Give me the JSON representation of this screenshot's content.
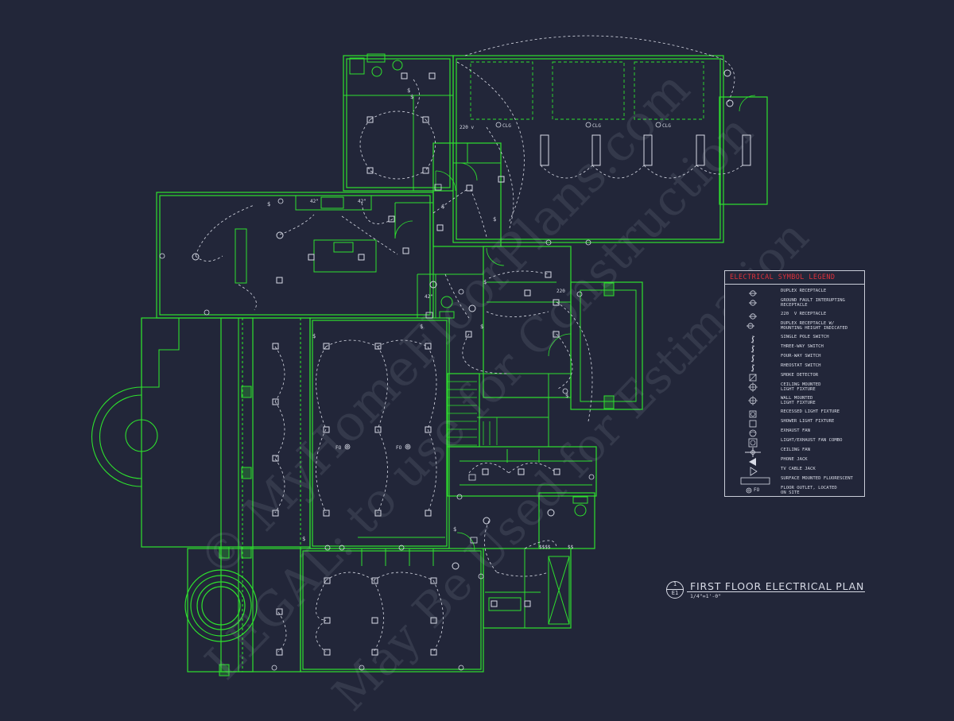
{
  "colors": {
    "background": "#222639",
    "walls": "#2ee02e",
    "circuits": "#d8dbe6",
    "legend_title": "#e0303a",
    "watermark": "#9aa0b4"
  },
  "labels": {
    "clg_1": "CLG",
    "clg_2": "CLG",
    "clg_3": "CLG",
    "v220_1": "220 v",
    "v220_2": "220",
    "h42_1": "42\"",
    "h42_2": "42\"",
    "h42_3": "42\"",
    "fo_1": "FO",
    "fo_2": "FO",
    "ss_1": "$$$$",
    "ss_2": "$$"
  },
  "legend": {
    "title": "ELECTRICAL SYMBOL LEGEND",
    "items": [
      {
        "symbol": "duplex-receptacle-icon",
        "label": "DUPLEX RECEPTACLE"
      },
      {
        "symbol": "gfi-receptacle-icon",
        "label": "GROUND FAULT INTERUPTING\nRECEPTACLE"
      },
      {
        "symbol": "220v-receptacle-icon",
        "label": "220  V RECEPTACLE"
      },
      {
        "symbol": "duplex-mounting-height-icon",
        "label": "DUPLEX RECEPTACLE W/\nMOUNTING HEIGHT INDICATED"
      },
      {
        "symbol": "single-pole-switch-icon",
        "label": "SINGLE POLE SWITCH"
      },
      {
        "symbol": "three-way-switch-icon",
        "label": "THREE-WAY SWITCH"
      },
      {
        "symbol": "four-way-switch-icon",
        "label": "FOUR-WAY SWITCH"
      },
      {
        "symbol": "rheostat-switch-icon",
        "label": "RHEOSTAT SWITCH"
      },
      {
        "symbol": "smoke-detector-icon",
        "label": "SMOKE DETECTOR"
      },
      {
        "symbol": "ceiling-light-icon",
        "label": "CEILING MOUNTED\nLIGHT FIXTURE"
      },
      {
        "symbol": "wall-light-icon",
        "label": "WALL MOUNTED\nLIGHT FIXTURE"
      },
      {
        "symbol": "recessed-light-icon",
        "label": "RECESSED LIGHT FIXTURE"
      },
      {
        "symbol": "shower-light-icon",
        "label": "SHOWER LIGHT FIXTURE"
      },
      {
        "symbol": "exhaust-fan-icon",
        "label": "EXHAUST FAN"
      },
      {
        "symbol": "light-exhaust-combo-icon",
        "label": "LIGHT/EXHAUST FAN COMBO"
      },
      {
        "symbol": "ceiling-fan-icon",
        "label": "CEILING FAN"
      },
      {
        "symbol": "phone-jack-icon",
        "label": "PHONE JACK"
      },
      {
        "symbol": "tv-cable-jack-icon",
        "label": "TV CABLE JACK"
      },
      {
        "symbol": "surface-fluorescent-icon",
        "label": "SURFACE MOUNTED FLUORESCENT"
      },
      {
        "symbol": "floor-outlet-icon",
        "label": "FLOOR OUTLET, LOCATED\nON SITE"
      }
    ]
  },
  "legend_symbol_text": {
    "fo": "FO"
  },
  "title_block": {
    "number": "1",
    "sheet": "E1",
    "title": "FIRST FLOOR ELECTRICAL PLAN",
    "scale": "1/4\"=1'-0\""
  },
  "watermark": {
    "line1": "© MyHomeFloorPlans.com",
    "line2": "LEGAL: to use for Construction",
    "line3": "May Be Used for Estimation"
  }
}
